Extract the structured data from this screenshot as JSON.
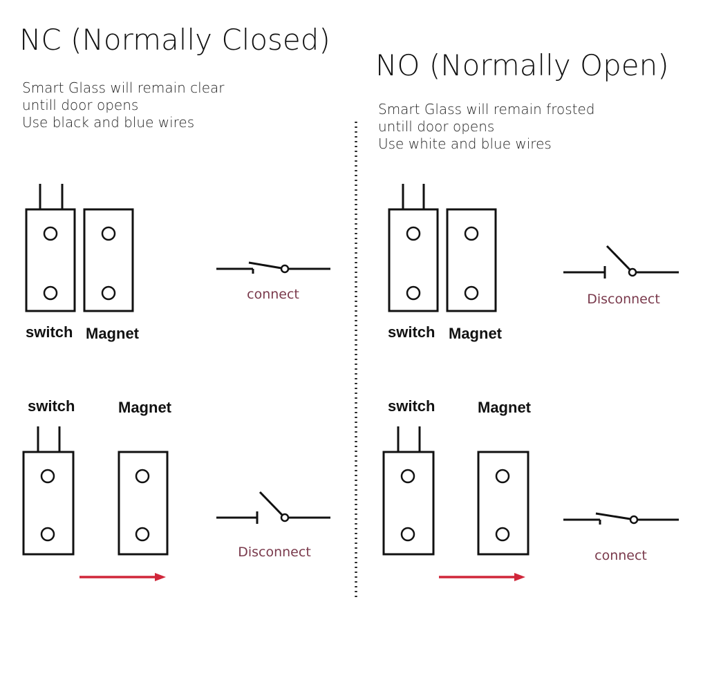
{
  "nc": {
    "title": "NC (Normally Closed)",
    "desc": [
      "Smart Glass will remain clear",
      "untill door opens",
      "Use black and blue wires"
    ],
    "closed_state": {
      "switch_label": "switch",
      "magnet_label": "Magnet",
      "contact": "connect"
    },
    "open_state": {
      "switch_label": "switch",
      "magnet_label": "Magnet",
      "contact": "Disconnect"
    }
  },
  "no": {
    "title": "NO (Normally Open)",
    "desc": [
      "Smart Glass will remain frosted",
      "untill door opens",
      "Use white and blue wires"
    ],
    "closed_state": {
      "switch_label": "switch",
      "magnet_label": "Magnet",
      "contact": "Disconnect"
    },
    "open_state": {
      "switch_label": "switch",
      "magnet_label": "Magnet",
      "contact": "connect"
    }
  },
  "colors": {
    "arrow": "#d0263a",
    "contact_text": "#7a3a4c"
  }
}
